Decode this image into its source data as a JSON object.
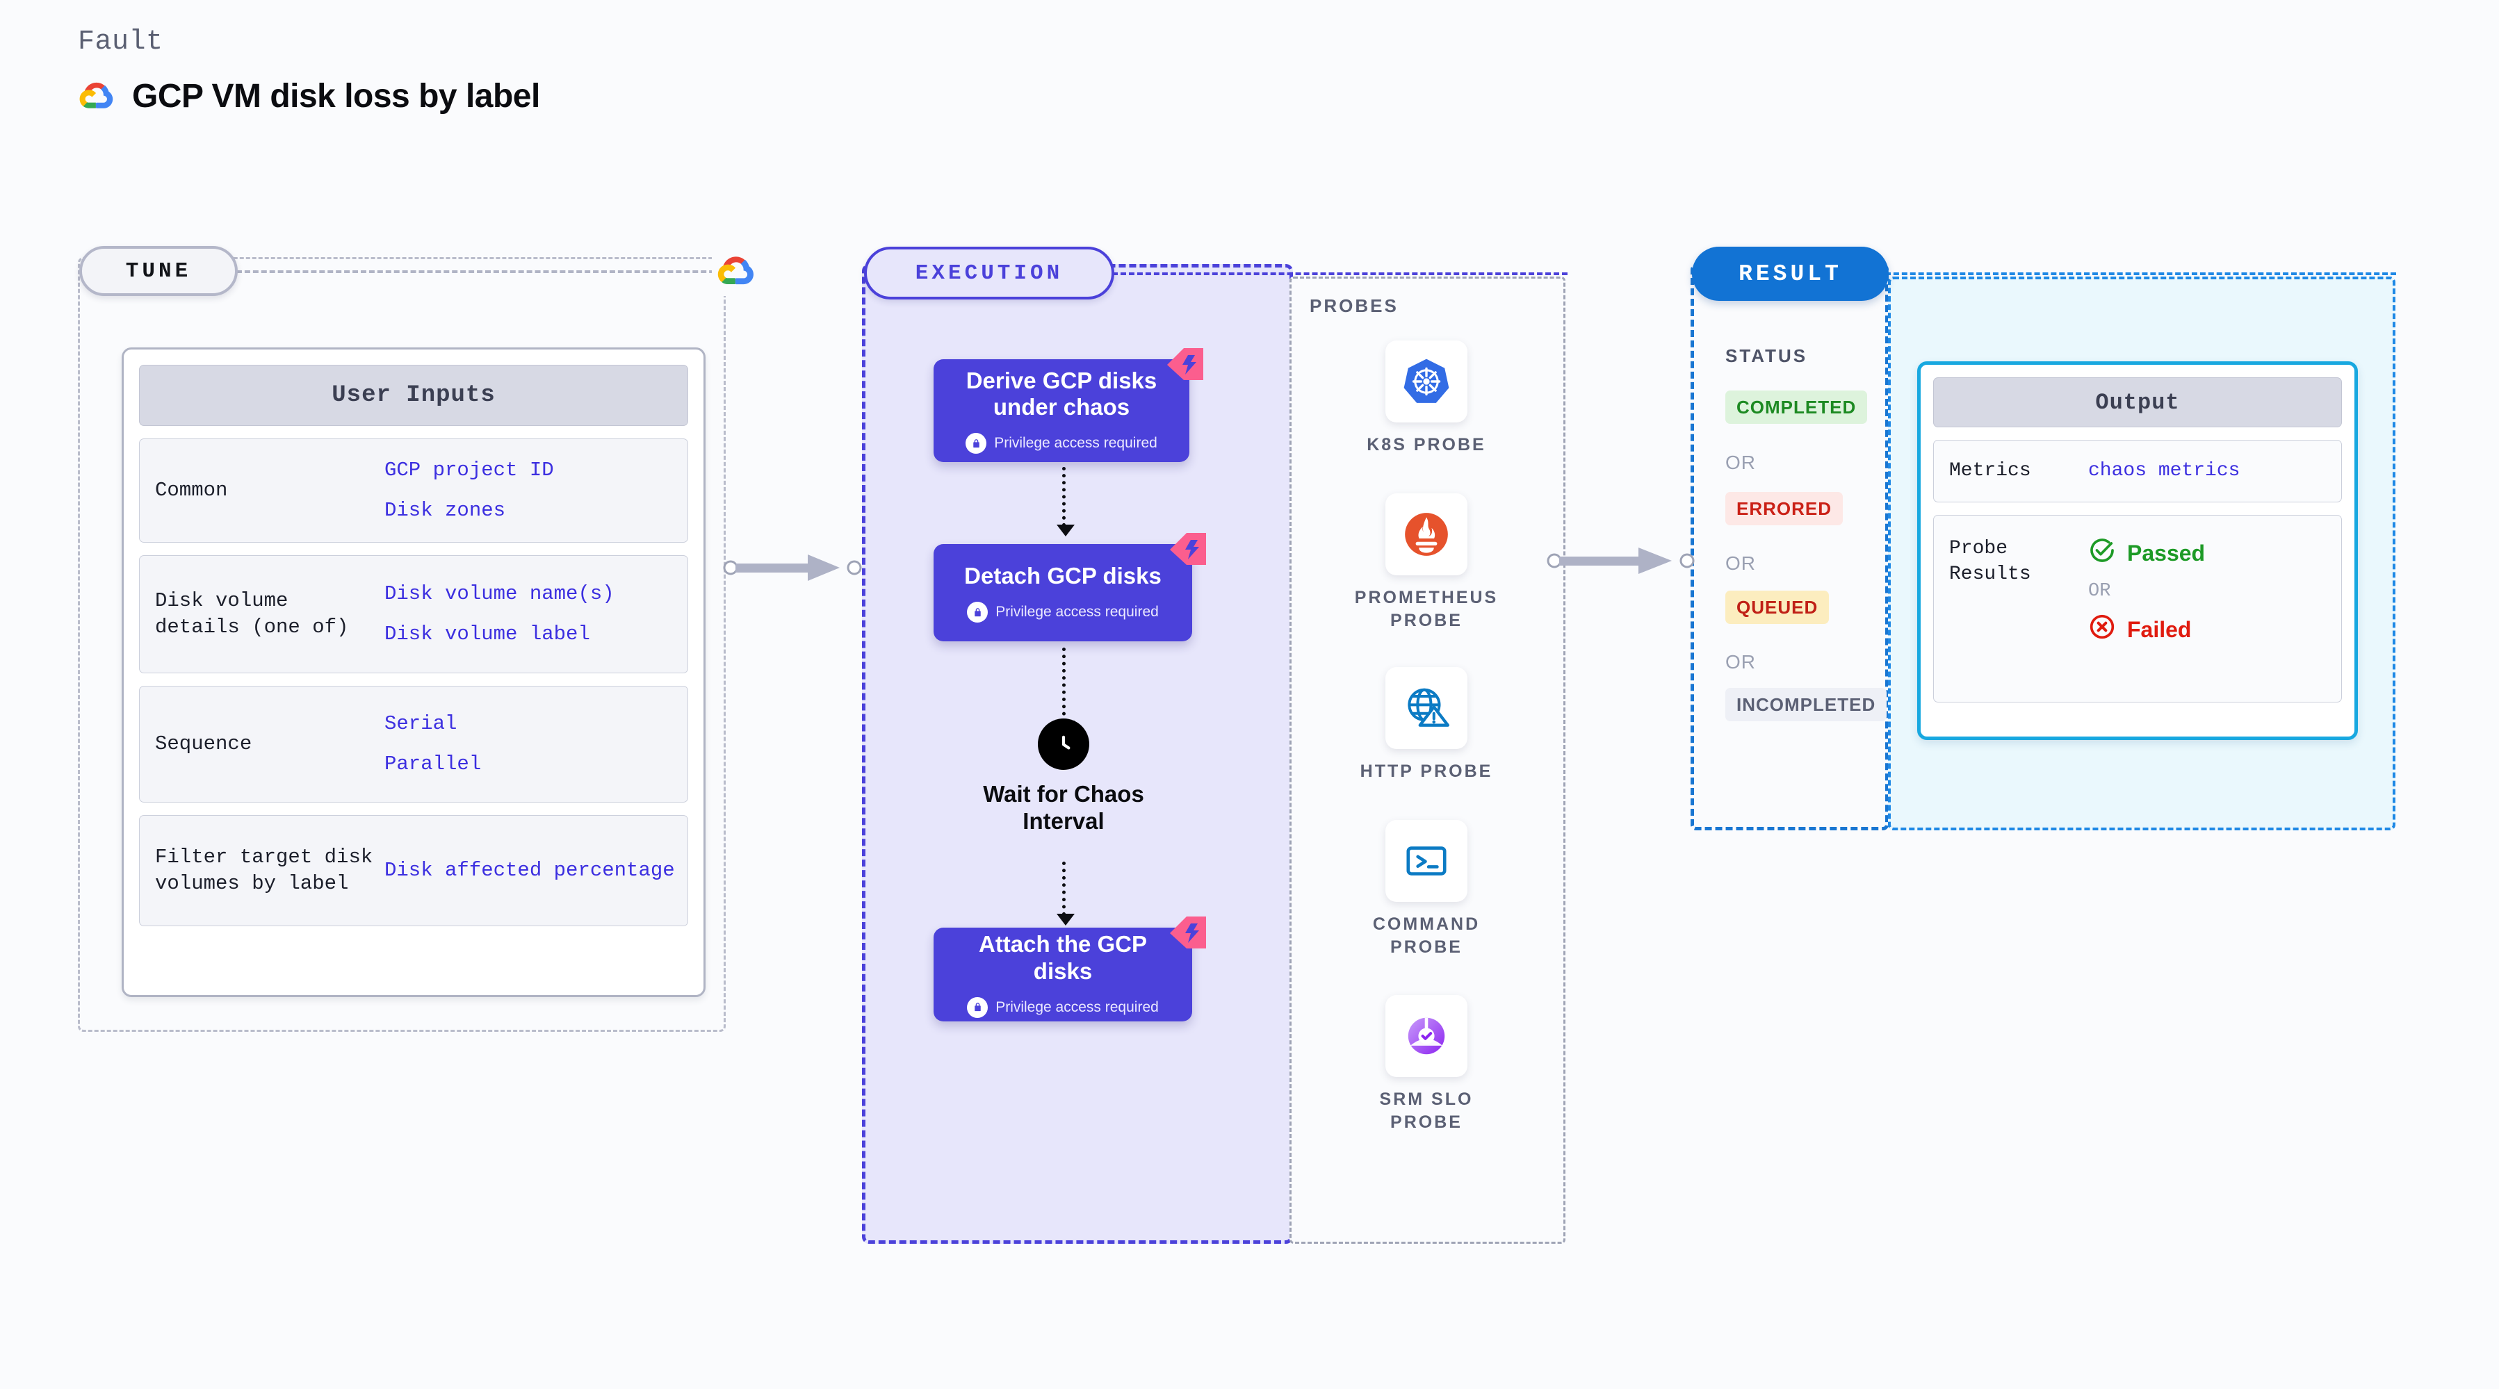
{
  "header": {
    "eyebrow": "Fault",
    "title": "GCP VM disk loss by label",
    "logo_icon": "google-cloud-logo"
  },
  "stages": {
    "tune": "TUNE",
    "execution": "EXECUTION",
    "result": "RESULT"
  },
  "tune": {
    "card_title": "User Inputs",
    "rows": [
      {
        "key": "Common",
        "values": [
          "GCP project ID",
          "Disk zones"
        ]
      },
      {
        "key": "Disk volume details (one of)",
        "values": [
          "Disk volume name(s)",
          "Disk volume label"
        ]
      },
      {
        "key": "Sequence",
        "values": [
          "Serial",
          "Parallel"
        ]
      },
      {
        "key": "Filter target disk volumes by label",
        "values": [
          "Disk affected percentage"
        ]
      }
    ]
  },
  "execution": {
    "privilege_note": "Privilege access required",
    "nodes": [
      {
        "title": "Derive GCP disks under chaos",
        "privilege": "Privilege access required"
      },
      {
        "title": "Detach GCP disks",
        "privilege": "Privilege access required"
      },
      {
        "title": "Attach the GCP disks",
        "privilege": "Privilege access required"
      }
    ],
    "wait": {
      "label": "Wait for Chaos Interval",
      "icon": "clock-icon"
    }
  },
  "probes": {
    "title": "PROBES",
    "items": [
      {
        "label": "K8S PROBE",
        "icon": "kubernetes-icon"
      },
      {
        "label": "PROMETHEUS PROBE",
        "icon": "prometheus-icon"
      },
      {
        "label": "HTTP PROBE",
        "icon": "globe-warning-icon"
      },
      {
        "label": "COMMAND PROBE",
        "icon": "terminal-icon"
      },
      {
        "label": "SRM SLO PROBE",
        "icon": "slo-gauge-icon"
      }
    ]
  },
  "result": {
    "status_title": "STATUS",
    "or_label": "OR",
    "statuses": [
      {
        "label": "COMPLETED",
        "color": "#1d8a22",
        "bg": "#ddf3dc"
      },
      {
        "label": "ERRORED",
        "color": "#ca2016",
        "bg": "#fde8e6"
      },
      {
        "label": "QUEUED",
        "color": "#c02016",
        "bg": "#fcedbf"
      },
      {
        "label": "INCOMPLETED",
        "color": "#5b6074",
        "bg": "#eef0f6"
      }
    ],
    "output": {
      "card_title": "Output",
      "metrics_key": "Metrics",
      "metrics_value": "chaos metrics",
      "probe_results_key": "Probe Results",
      "passed_label": "Passed",
      "failed_label": "Failed",
      "or_label": "OR"
    }
  },
  "colors": {
    "indigo": "#4b41da",
    "blue": "#1273d4",
    "cyan": "#18a8e0",
    "pink": "#fb5e8e",
    "page_bg": "#fafbfd"
  }
}
